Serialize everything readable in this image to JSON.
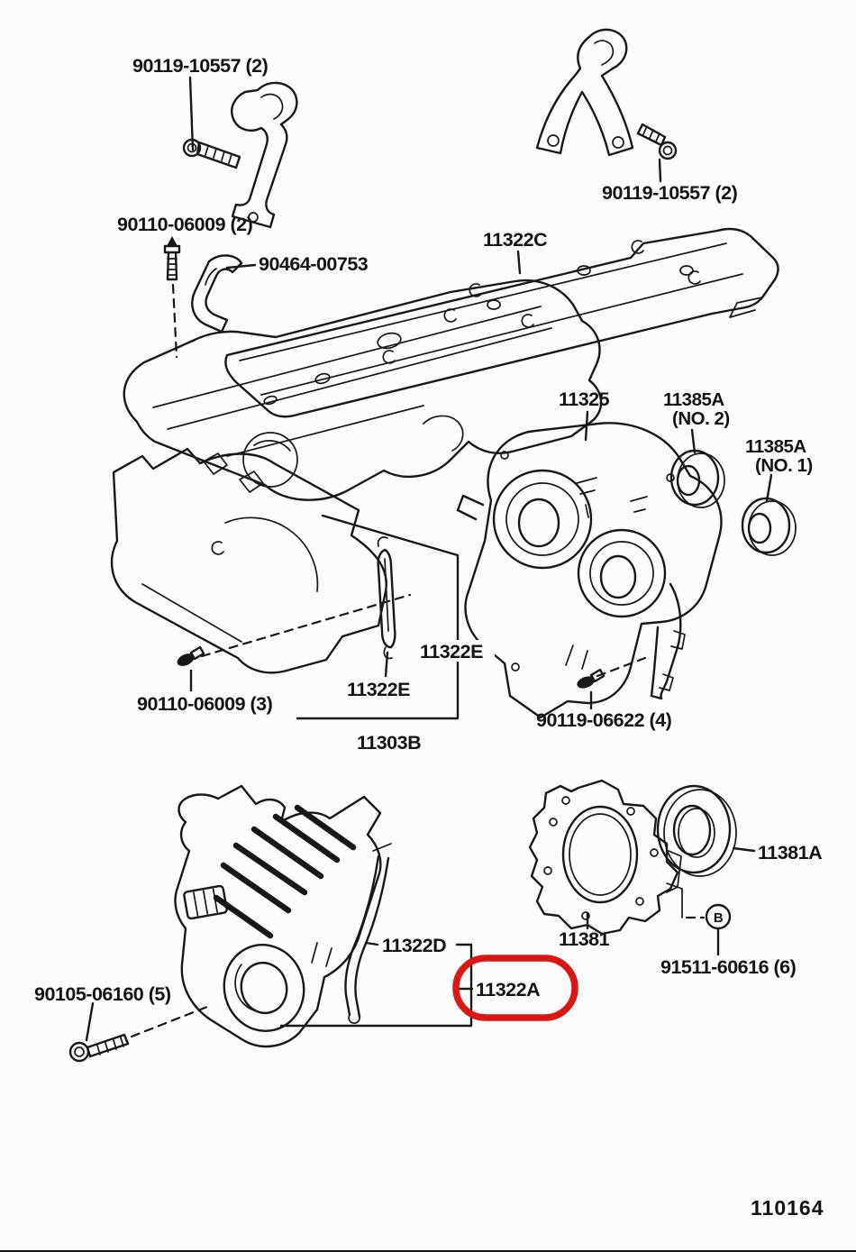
{
  "diagram": {
    "code": "110164",
    "colors": {
      "highlight": "#d91717",
      "ink": "#181818",
      "paper": "#fcfcfb"
    },
    "labels": {
      "bolt_10557_left": "90119-10557 (2)",
      "bolt_10557_right": "90119-10557 (2)",
      "bolt_06009_2": "90110-06009 (2)",
      "clamp_00753": "90464-00753",
      "cover_11322C": "11322C",
      "cover_11325": "11325",
      "seal_11385A_no2_line1": "11385A",
      "seal_11385A_no2_line2": "(NO. 2)",
      "seal_11385A_no1_line1": "11385A",
      "seal_11385A_no1_line2": "(NO. 1)",
      "gasket_11322E_right": "11322E",
      "gasket_11322E_left": "11322E",
      "cover_11303B": "11303B",
      "bolt_06009_3": "90110-06009 (3)",
      "bolt_06622": "90119-06622 (4)",
      "seal_11381A": "11381A",
      "retainer_11381": "11381",
      "bolt_91511": "91511-60616 (6)",
      "circled_b": "B",
      "cover_11322D": "11322D",
      "gasket_11322A": "11322A",
      "bolt_06160": "90105-06160 (5)"
    }
  }
}
